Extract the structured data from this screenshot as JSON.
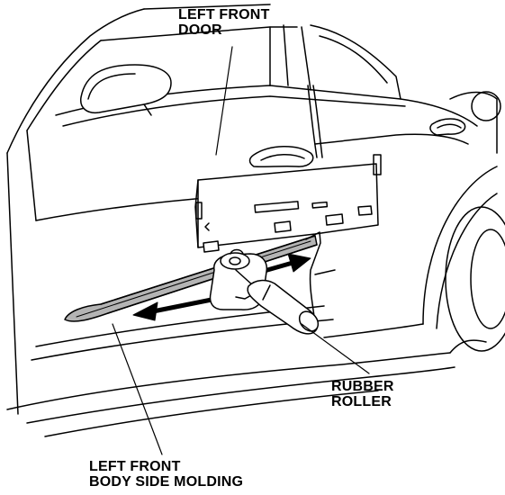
{
  "labels": {
    "door": [
      "LEFT FRONT",
      "DOOR"
    ],
    "roller": [
      "RUBBER",
      "ROLLER"
    ],
    "molding": [
      "LEFT FRONT",
      "BODY SIDE MOLDING"
    ]
  },
  "colors": {
    "line": "#000000",
    "background": "#ffffff",
    "molding_fill": "#b4b4b4",
    "molding_tape": "#a0a0a0",
    "roller_fill": "#ffffff"
  }
}
